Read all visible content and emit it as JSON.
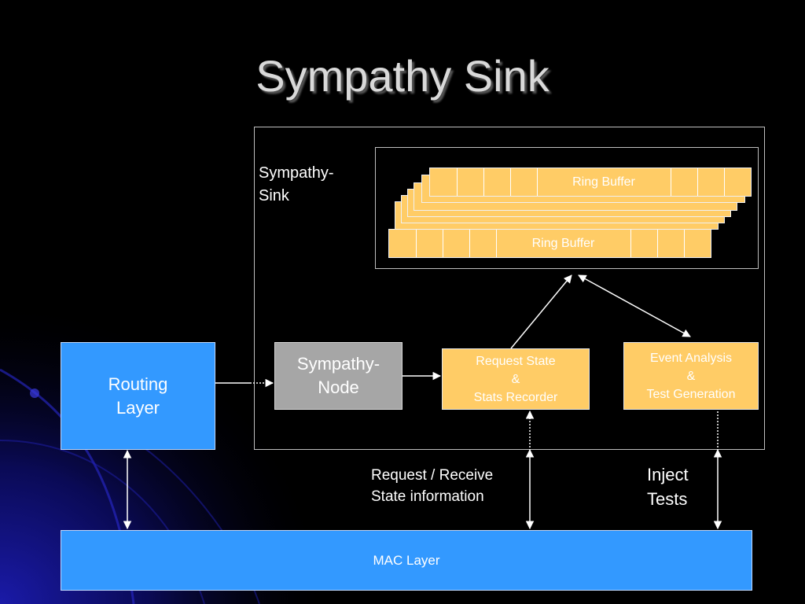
{
  "slide": {
    "title": "Sympathy Sink"
  },
  "diagram": {
    "sink_label": "Sympathy-\nSink",
    "ring_buffer_front": "Ring Buffer",
    "ring_buffer_back": "Ring Buffer",
    "nodes": {
      "routing": "Routing\nLayer",
      "sympathy_node": "Sympathy-\nNode",
      "request_state": "Request State\n&\nStats Recorder",
      "event_analysis": "Event Analysis\n&\nTest Generation",
      "mac": "MAC Layer"
    },
    "annotations": {
      "request_receive": "Request / Receive\nState information",
      "inject_tests": "Inject\nTests"
    }
  },
  "colors": {
    "background": "#000000",
    "blue_box": "#3399ff",
    "gray_box": "#a6a6a6",
    "orange_box": "#ffcc66",
    "title_text": "#d9d9d9"
  }
}
